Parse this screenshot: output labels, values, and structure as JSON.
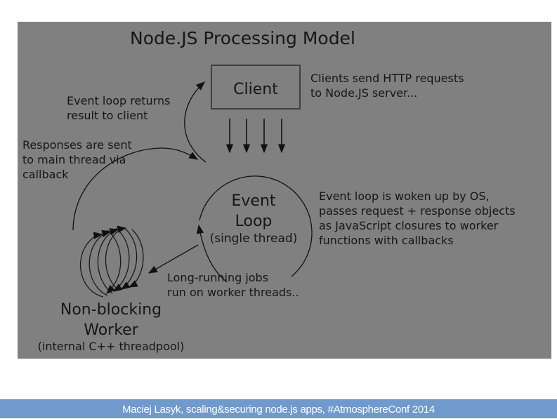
{
  "diagram": {
    "title": "Node.JS Processing Model",
    "nodes": {
      "client": "Client",
      "event_loop_line1": "Event",
      "event_loop_line2": "Loop",
      "event_loop_sub": "(single thread)",
      "worker_line1": "Non-blocking",
      "worker_line2": "Worker",
      "worker_sub": "(internal C++ threadpool)"
    },
    "annotations": {
      "clients_send": [
        "Clients send HTTP requests",
        "to Node.JS server..."
      ],
      "event_loop_returns": [
        "Event loop returns",
        "result to client"
      ],
      "responses_sent": [
        "Responses are sent",
        "to main thread via",
        "callback"
      ],
      "event_loop_woken": [
        "Event loop is woken up by OS,",
        "passes request + response objects",
        "as JavaScript closures to worker",
        "functions with callbacks"
      ],
      "long_running": [
        "Long-running jobs",
        "run on worker threads.."
      ]
    },
    "edges": [
      {
        "from": "client",
        "to": "event_loop",
        "count": 4,
        "label": "Clients send HTTP requests to Node.JS server..."
      },
      {
        "from": "event_loop",
        "to": "client",
        "label": "Event loop returns result to client"
      },
      {
        "from": "event_loop",
        "to": "worker",
        "label": "Long-running jobs run on worker threads.."
      },
      {
        "from": "worker",
        "to": "event_loop",
        "label": "Responses are sent to main thread via callback"
      }
    ]
  },
  "footer": {
    "text": "Maciej Lasyk, scaling&securing node.js apps, #AtmosphereConf 2014"
  }
}
